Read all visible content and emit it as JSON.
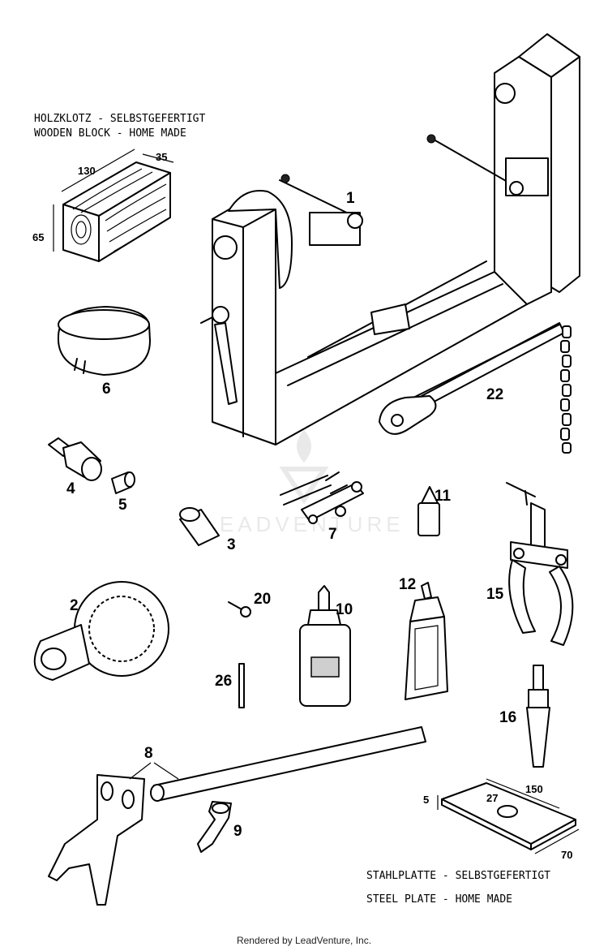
{
  "notes": {
    "wooden_block_de": "HOLZKLOTZ - SELBSTGEFERTIGT",
    "wooden_block_en": "WOODEN BLOCK - HOME MADE",
    "steel_plate_de": "STAHLPLATTE - SELBSTGEFERTIGT",
    "steel_plate_en": "STEEL PLATE - HOME MADE"
  },
  "dimensions": {
    "block_length": "130",
    "block_depth": "35",
    "block_height": "65",
    "plate_thickness": "5",
    "plate_hole": "27",
    "plate_length": "150",
    "plate_width": "70"
  },
  "callouts": {
    "p1": "1",
    "p2": "2",
    "p3": "3",
    "p4": "4",
    "p5": "5",
    "p6": "6",
    "p7": "7",
    "p8": "8",
    "p9": "9",
    "p10": "10",
    "p11": "11",
    "p12": "12",
    "p15": "15",
    "p16": "16",
    "p20": "20",
    "p22": "22",
    "p26": "26"
  },
  "watermark": {
    "text": "LEADVENTURE"
  },
  "footer": {
    "text": "Rendered by LeadVenture, Inc."
  }
}
